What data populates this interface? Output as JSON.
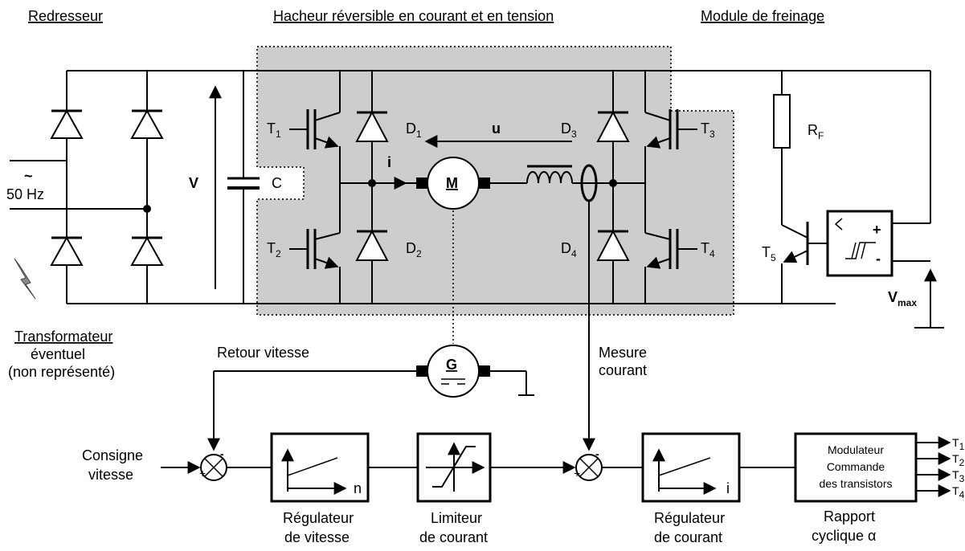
{
  "headers": {
    "rectifier": "Redresseur",
    "chopper": "Hacheur réversible en courant et en tension",
    "braking": "Module de freinage"
  },
  "source": {
    "tilde": "~",
    "freq": "50 Hz",
    "transformer_title": "Transformateur",
    "transformer_line2": "éventuel",
    "transformer_line3": "(non représenté)"
  },
  "dc_bus": {
    "voltage": "V",
    "capacitor": "C"
  },
  "bridge": {
    "T": "T",
    "D": "D",
    "i1": "1",
    "i2": "2",
    "i3": "3",
    "i4": "4",
    "i5": "5",
    "current": "i",
    "voltage": "u",
    "motor": "M",
    "generator": "G"
  },
  "brake": {
    "resistor": "R",
    "resistor_sub": "F",
    "plus": "+",
    "minus": "-",
    "vmax": "V",
    "vmax_sub": "max"
  },
  "feedback": {
    "speed": "Retour vitesse",
    "current_line1": "Mesure",
    "current_line2": "courant"
  },
  "control": {
    "setpoint_line1": "Consigne",
    "setpoint_line2": "vitesse",
    "minus": "-",
    "plus": "+",
    "speed_axis": "n",
    "current_axis": "i",
    "speed_reg_line1": "Régulateur",
    "speed_reg_line2": "de vitesse",
    "limiter_line1": "Limiteur",
    "limiter_line2": "de courant",
    "current_reg_line1": "Régulateur",
    "current_reg_line2": "de courant",
    "modulator_line1": "Modulateur",
    "modulator_line2": "Commande",
    "modulator_line3": "des transistors",
    "duty_line1": "Rapport",
    "duty_line2": "cyclique α",
    "out_T": "T",
    "out1": "1",
    "out2": "2",
    "out3": "3",
    "out4": "4"
  }
}
